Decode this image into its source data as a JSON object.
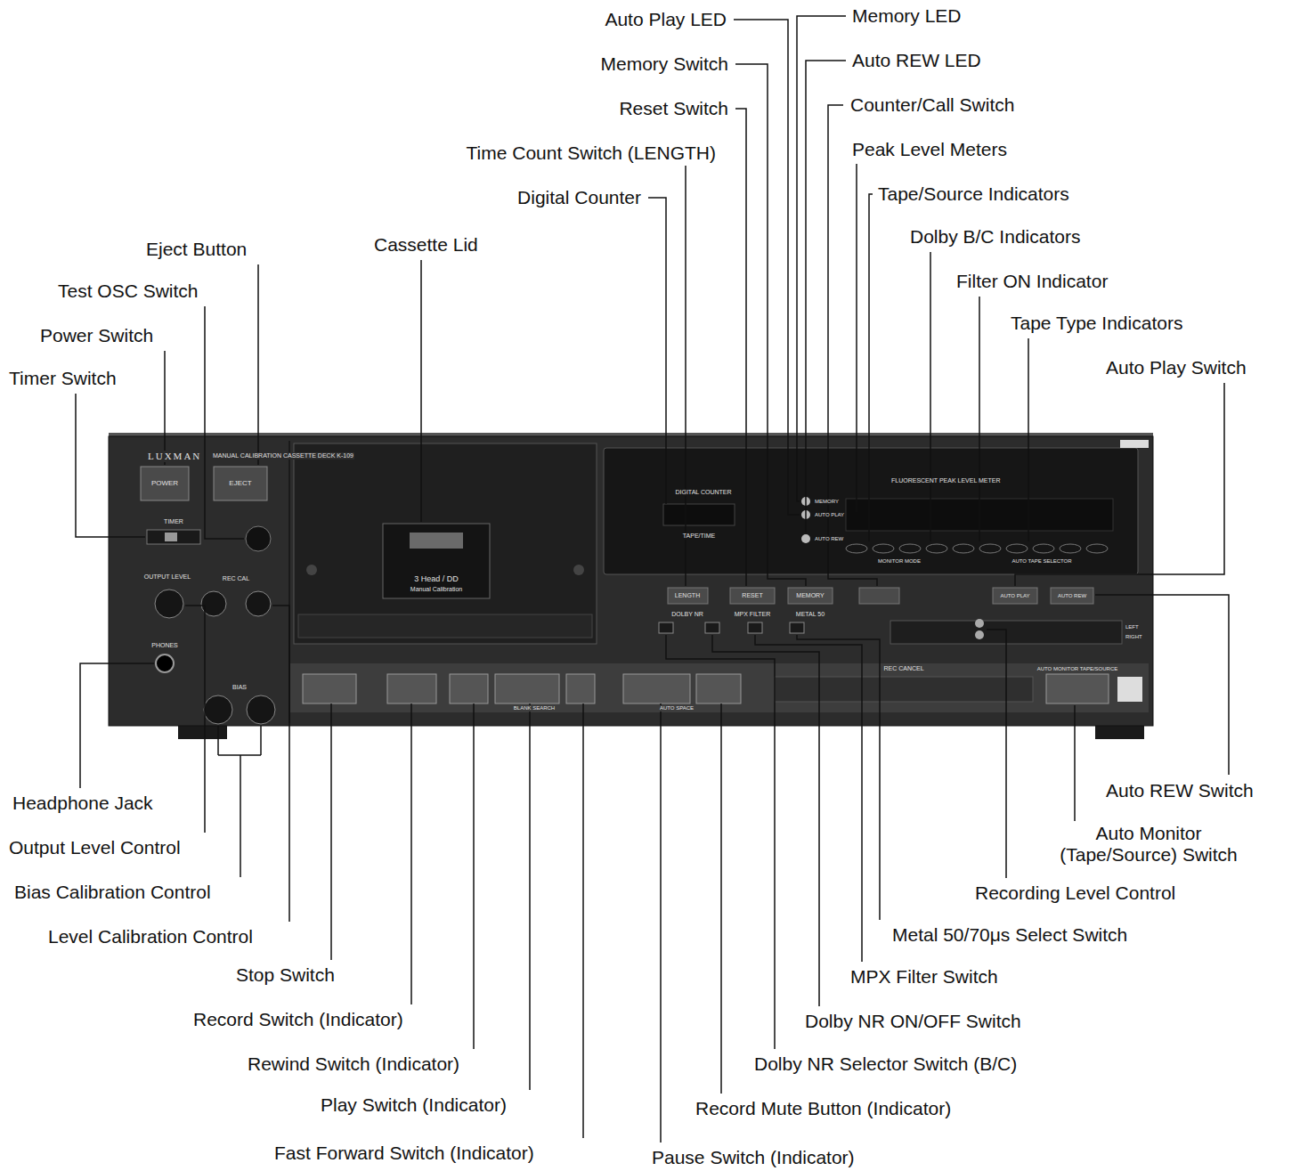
{
  "diagram": {
    "labels": [
      "Auto Play LED",
      "Memory LED",
      "Memory Switch",
      "Auto REW LED",
      "Reset Switch",
      "Counter/Call Switch",
      "Time Count Switch (LENGTH)",
      "Peak Level Meters",
      "Digital Counter",
      "Tape/Source Indicators",
      "Dolby B/C Indicators",
      "Filter ON Indicator",
      "Tape Type Indicators",
      "Auto Play Switch",
      "Cassette Lid",
      "Eject Button",
      "Test OSC Switch",
      "Power Switch",
      "Timer Switch",
      "Headphone Jack",
      "Output Level Control",
      "Bias Calibration Control",
      "Level Calibration Control",
      "Stop Switch",
      "Record Switch (Indicator)",
      "Rewind Switch (Indicator)",
      "Play Switch (Indicator)",
      "Fast Forward Switch (Indicator)",
      "Pause Switch (Indicator)",
      "Record Mute Button (Indicator)",
      "Dolby NR Selector Switch (B/C)",
      "Dolby NR ON/OFF Switch",
      "MPX Filter Switch",
      "Metal 50/70μs Select Switch",
      "Recording Level Control",
      "Auto Monitor (Tape/Source) Switch",
      "Auto REW Switch",
      "LUXMAN",
      "MANUAL CALIBRATION CASSETTE DECK K-109",
      "POWER",
      "EJECT",
      "TIMER",
      "OUTPUT LEVEL",
      "REC CAL",
      "BIAS",
      "PHONES",
      "DIGITAL COUNTER",
      "TAPE/TIME",
      "MEMORY",
      "AUTO PLAY",
      "AUTO REW",
      "FLUORESCENT PEAK LEVEL METER",
      "MONITOR MODE",
      "AUTO TAPE SELECTOR",
      "3 Head / DD",
      "Manual Calibration",
      "LENGTH",
      "RESET",
      "MEMORY",
      "AUTO PLAY",
      "AUTO REW",
      "DOLBY NR",
      "MPX FILTER",
      "METAL 50",
      "REC CANCEL",
      "BLANK SEARCH",
      "AUTO SPACE",
      "AUTO MONITOR TAPE/SOURCE",
      "LEFT",
      "RIGHT"
    ]
  }
}
